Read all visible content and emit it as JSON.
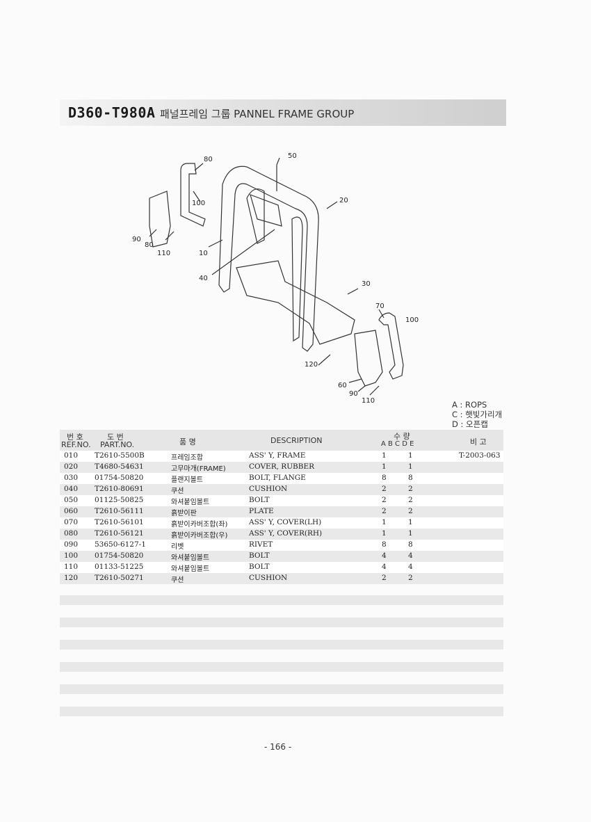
{
  "header": {
    "code": "D360-T980A",
    "title": "패널프레임 그룹 PANNEL FRAME GROUP"
  },
  "diagram": {
    "callouts": [
      "80",
      "100",
      "90",
      "80",
      "110",
      "10",
      "40",
      "50",
      "20",
      "30",
      "70",
      "100",
      "120",
      "60",
      "90",
      "110"
    ]
  },
  "legend": [
    "A : ROPS",
    "C : 햇빛가리개",
    "D : 오픈캡"
  ],
  "table": {
    "headers": {
      "ref_kor": "번 호",
      "ref": "REF.NO.",
      "part_kor": "도 번",
      "part": "PART.NO.",
      "name_kor": "품 명",
      "description": "DESCRIPTION",
      "qty_kor": "수 량",
      "qty_cols": "A  B  C  D  E",
      "note_kor": "비 고"
    },
    "rows": [
      {
        "ref": "010",
        "part": "T2610-5500B",
        "kor": "프레임조합",
        "desc": "ASS' Y, FRAME",
        "a": "1",
        "c": "1",
        "note": "T-2003-063"
      },
      {
        "ref": "020",
        "part": "T4680-54631",
        "kor": "고무마개(FRAME)",
        "desc": "COVER, RUBBER",
        "a": "1",
        "c": "1",
        "note": ""
      },
      {
        "ref": "030",
        "part": "01754-50820",
        "kor": "플랜지볼트",
        "desc": "BOLT, FLANGE",
        "a": "8",
        "c": "8",
        "note": ""
      },
      {
        "ref": "040",
        "part": "T2610-80691",
        "kor": "쿠션",
        "desc": "CUSHION",
        "a": "2",
        "c": "2",
        "note": ""
      },
      {
        "ref": "050",
        "part": "01125-50825",
        "kor": "와셔붙임볼트",
        "desc": "BOLT",
        "a": "2",
        "c": "2",
        "note": ""
      },
      {
        "ref": "060",
        "part": "T2610-56111",
        "kor": "흙받이판",
        "desc": "PLATE",
        "a": "2",
        "c": "2",
        "note": ""
      },
      {
        "ref": "070",
        "part": "T2610-56101",
        "kor": "흙받이카버조합(좌)",
        "desc": "ASS' Y, COVER(LH)",
        "a": "1",
        "c": "1",
        "note": ""
      },
      {
        "ref": "080",
        "part": "T2610-56121",
        "kor": "흙받이카버조합(우)",
        "desc": "ASS' Y, COVER(RH)",
        "a": "1",
        "c": "1",
        "note": ""
      },
      {
        "ref": "090",
        "part": "53650-6127-1",
        "kor": "리벳",
        "desc": "RIVET",
        "a": "8",
        "c": "8",
        "note": ""
      },
      {
        "ref": "100",
        "part": "01754-50820",
        "kor": "와셔붙임볼트",
        "desc": "BOLT",
        "a": "4",
        "c": "4",
        "note": ""
      },
      {
        "ref": "110",
        "part": "01133-51225",
        "kor": "와셔붙임볼트",
        "desc": "BOLT",
        "a": "4",
        "c": "4",
        "note": ""
      },
      {
        "ref": "120",
        "part": "T2610-50271",
        "kor": "쿠션",
        "desc": "CUSHION",
        "a": "2",
        "c": "2",
        "note": ""
      }
    ]
  },
  "footer": {
    "page": "- 166 -"
  }
}
